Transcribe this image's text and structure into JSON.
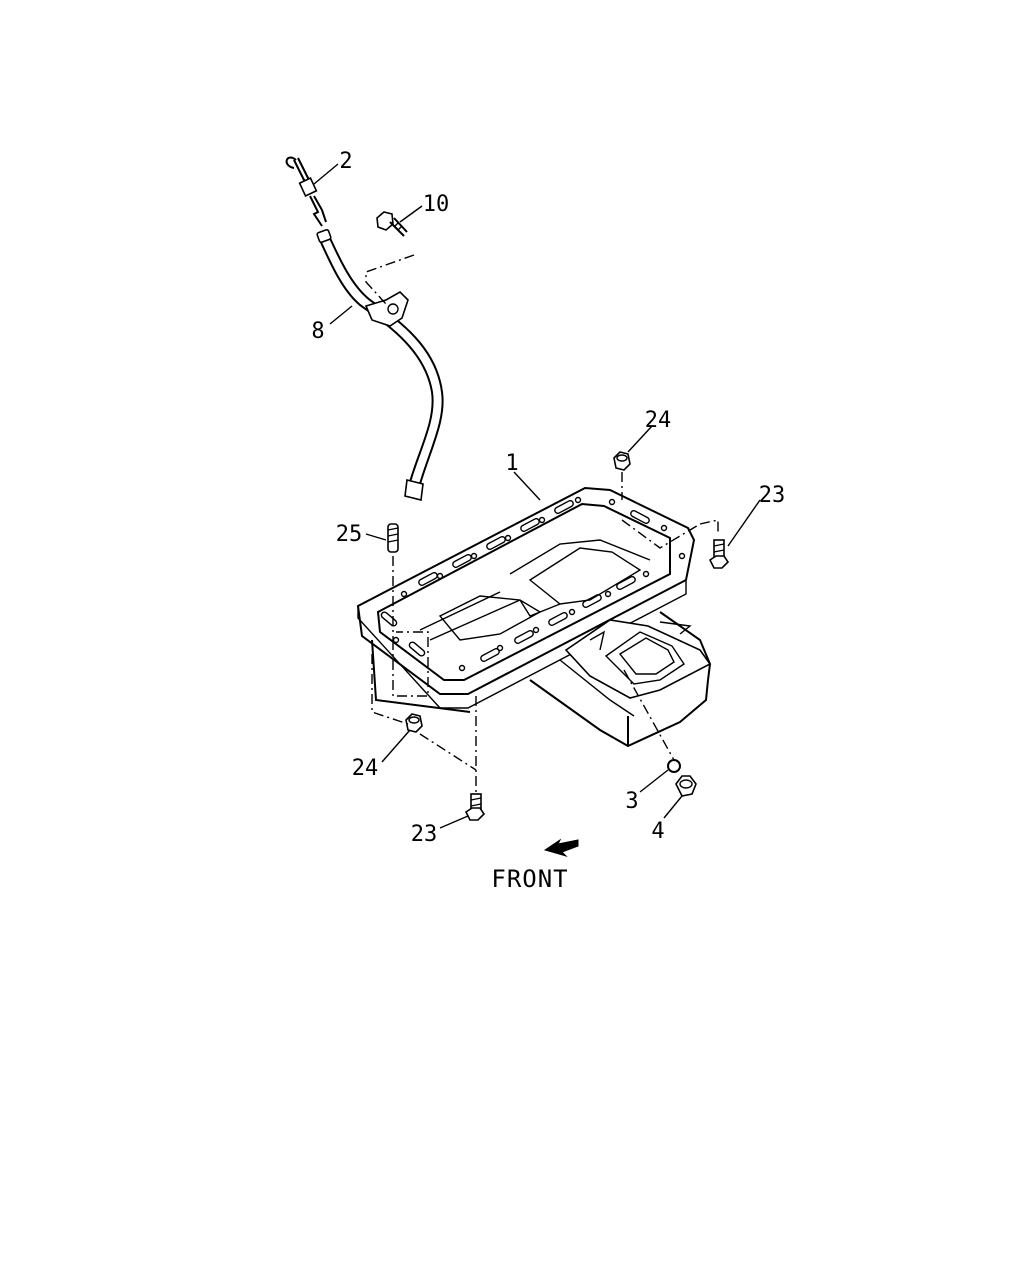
{
  "callouts": {
    "c2": "2",
    "c10": "10",
    "c8": "8",
    "c24_top": "24",
    "c1": "1",
    "c23_right": "23",
    "c25": "25",
    "c24_bottom": "24",
    "c3": "3",
    "c4": "4",
    "c23_bottom": "23"
  },
  "direction_label": "FRONT"
}
